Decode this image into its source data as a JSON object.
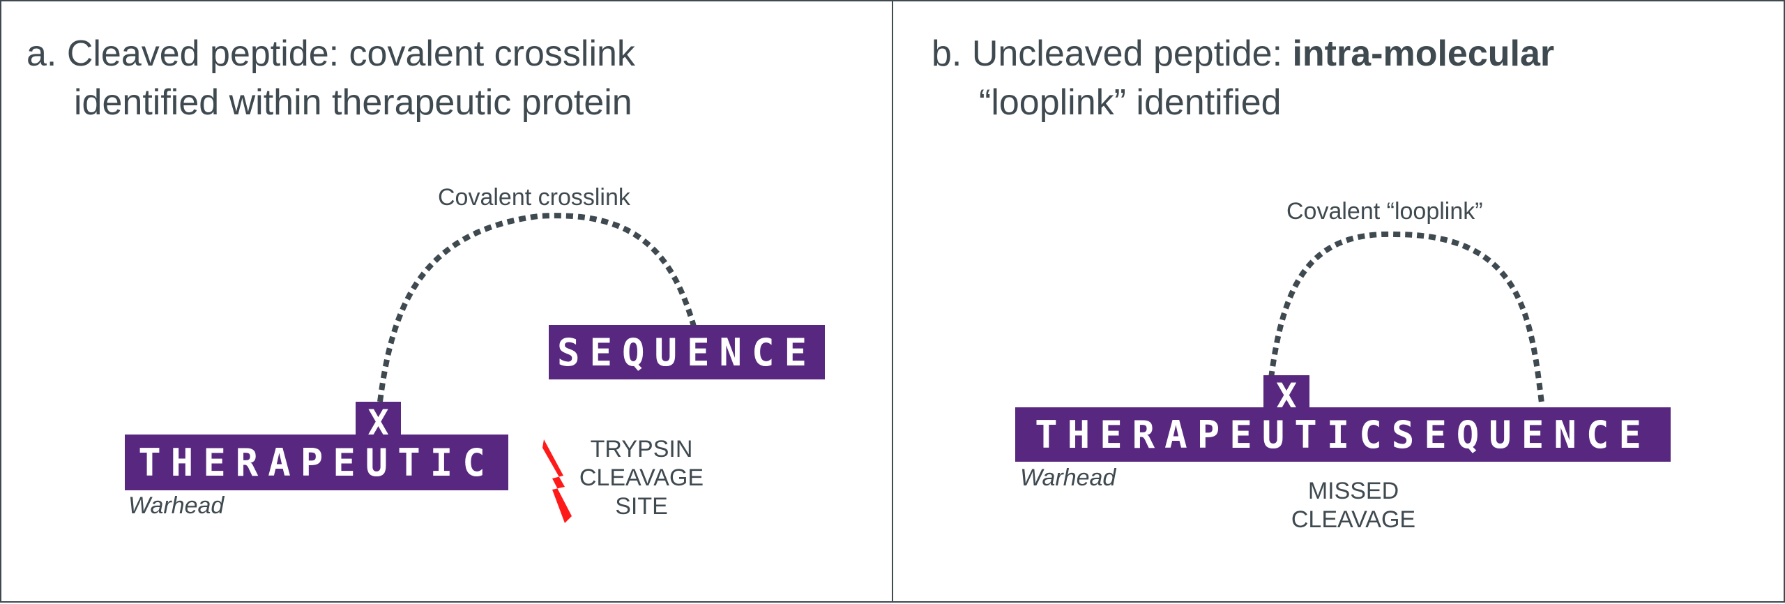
{
  "panel_a": {
    "title_line1": "a.  Cleaved peptide: covalent crosslink",
    "title_line2": "identified within therapeutic protein",
    "link_label": "Covalent crosslink",
    "left_sequence": "THERAPEUTIC",
    "right_sequence": "SEQUENCE",
    "crosslink_marker": "X",
    "warhead_label": "Warhead",
    "cleavage_label_1": "TRYPSIN",
    "cleavage_label_2": "CLEAVAGE",
    "cleavage_label_3": "SITE",
    "colors": {
      "sequence_box": "#58277f",
      "lightning": "#ff1a1a",
      "text": "#3f4a50"
    },
    "icons": [
      "lightning-bolt-icon"
    ]
  },
  "panel_b": {
    "title_prefix": "b. Uncleaved peptide: ",
    "title_bold": "intra-molecular",
    "title_line2": "“looplink” identified",
    "link_label": "Covalent “looplink”",
    "sequence": "THERAPEUTICSEQUENCE",
    "crosslink_marker": "X",
    "warhead_label": "Warhead",
    "missed_label_1": "MISSED",
    "missed_label_2": "CLEAVAGE"
  }
}
